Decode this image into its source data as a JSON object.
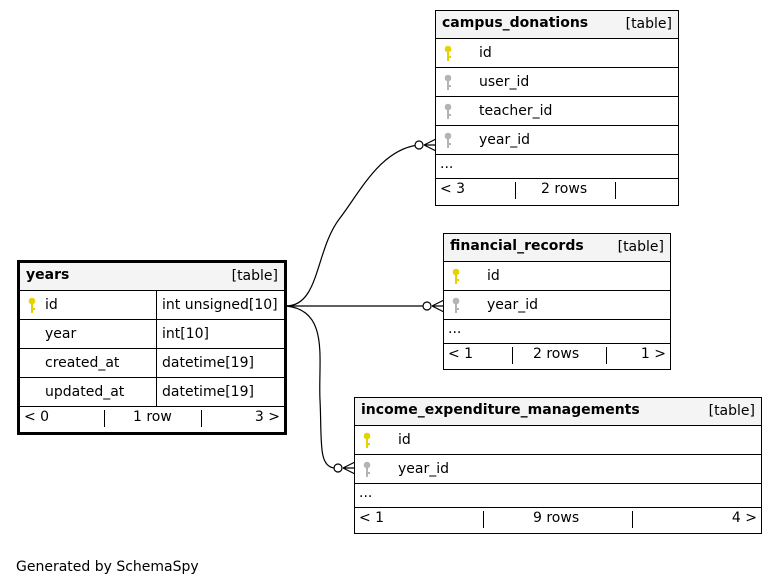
{
  "tables": {
    "campus_donations": {
      "name": "campus_donations",
      "type": "[table]",
      "columns": [
        {
          "name": "id",
          "key": "primary"
        },
        {
          "name": "user_id",
          "key": "foreign"
        },
        {
          "name": "teacher_id",
          "key": "foreign"
        },
        {
          "name": "year_id",
          "key": "foreign"
        }
      ],
      "more": "...",
      "footer": {
        "parents": "< 3",
        "rows": "2 rows",
        "children": ""
      }
    },
    "financial_records": {
      "name": "financial_records",
      "type": "[table]",
      "columns": [
        {
          "name": "id",
          "key": "primary"
        },
        {
          "name": "year_id",
          "key": "foreign"
        }
      ],
      "more": "...",
      "footer": {
        "parents": "< 1",
        "rows": "2 rows",
        "children": "1 >"
      }
    },
    "years": {
      "name": "years",
      "type": "[table]",
      "columns": [
        {
          "name": "id",
          "type": "int unsigned[10]",
          "key": "primary"
        },
        {
          "name": "year",
          "type": "int[10]",
          "key": "none"
        },
        {
          "name": "created_at",
          "type": "datetime[19]",
          "key": "none"
        },
        {
          "name": "updated_at",
          "type": "datetime[19]",
          "key": "none"
        }
      ],
      "footer": {
        "parents": "< 0",
        "rows": "1 row",
        "children": "3 >"
      }
    },
    "income_expenditure_managements": {
      "name": "income_expenditure_managements",
      "type": "[table]",
      "columns": [
        {
          "name": "id",
          "key": "primary"
        },
        {
          "name": "year_id",
          "key": "foreign"
        }
      ],
      "more": "...",
      "footer": {
        "parents": "< 1",
        "rows": "9 rows",
        "children": "4 >"
      }
    }
  },
  "relationships": [
    {
      "from": "years.id",
      "to": "campus_donations.year_id"
    },
    {
      "from": "years.id",
      "to": "financial_records.year_id"
    },
    {
      "from": "years.id",
      "to": "income_expenditure_managements.year_id"
    }
  ],
  "colors": {
    "primary_key": "#e6d200",
    "foreign_key": "#b4b4b4",
    "header_bg": "#f4f4f4"
  },
  "credit": "Generated by SchemaSpy"
}
